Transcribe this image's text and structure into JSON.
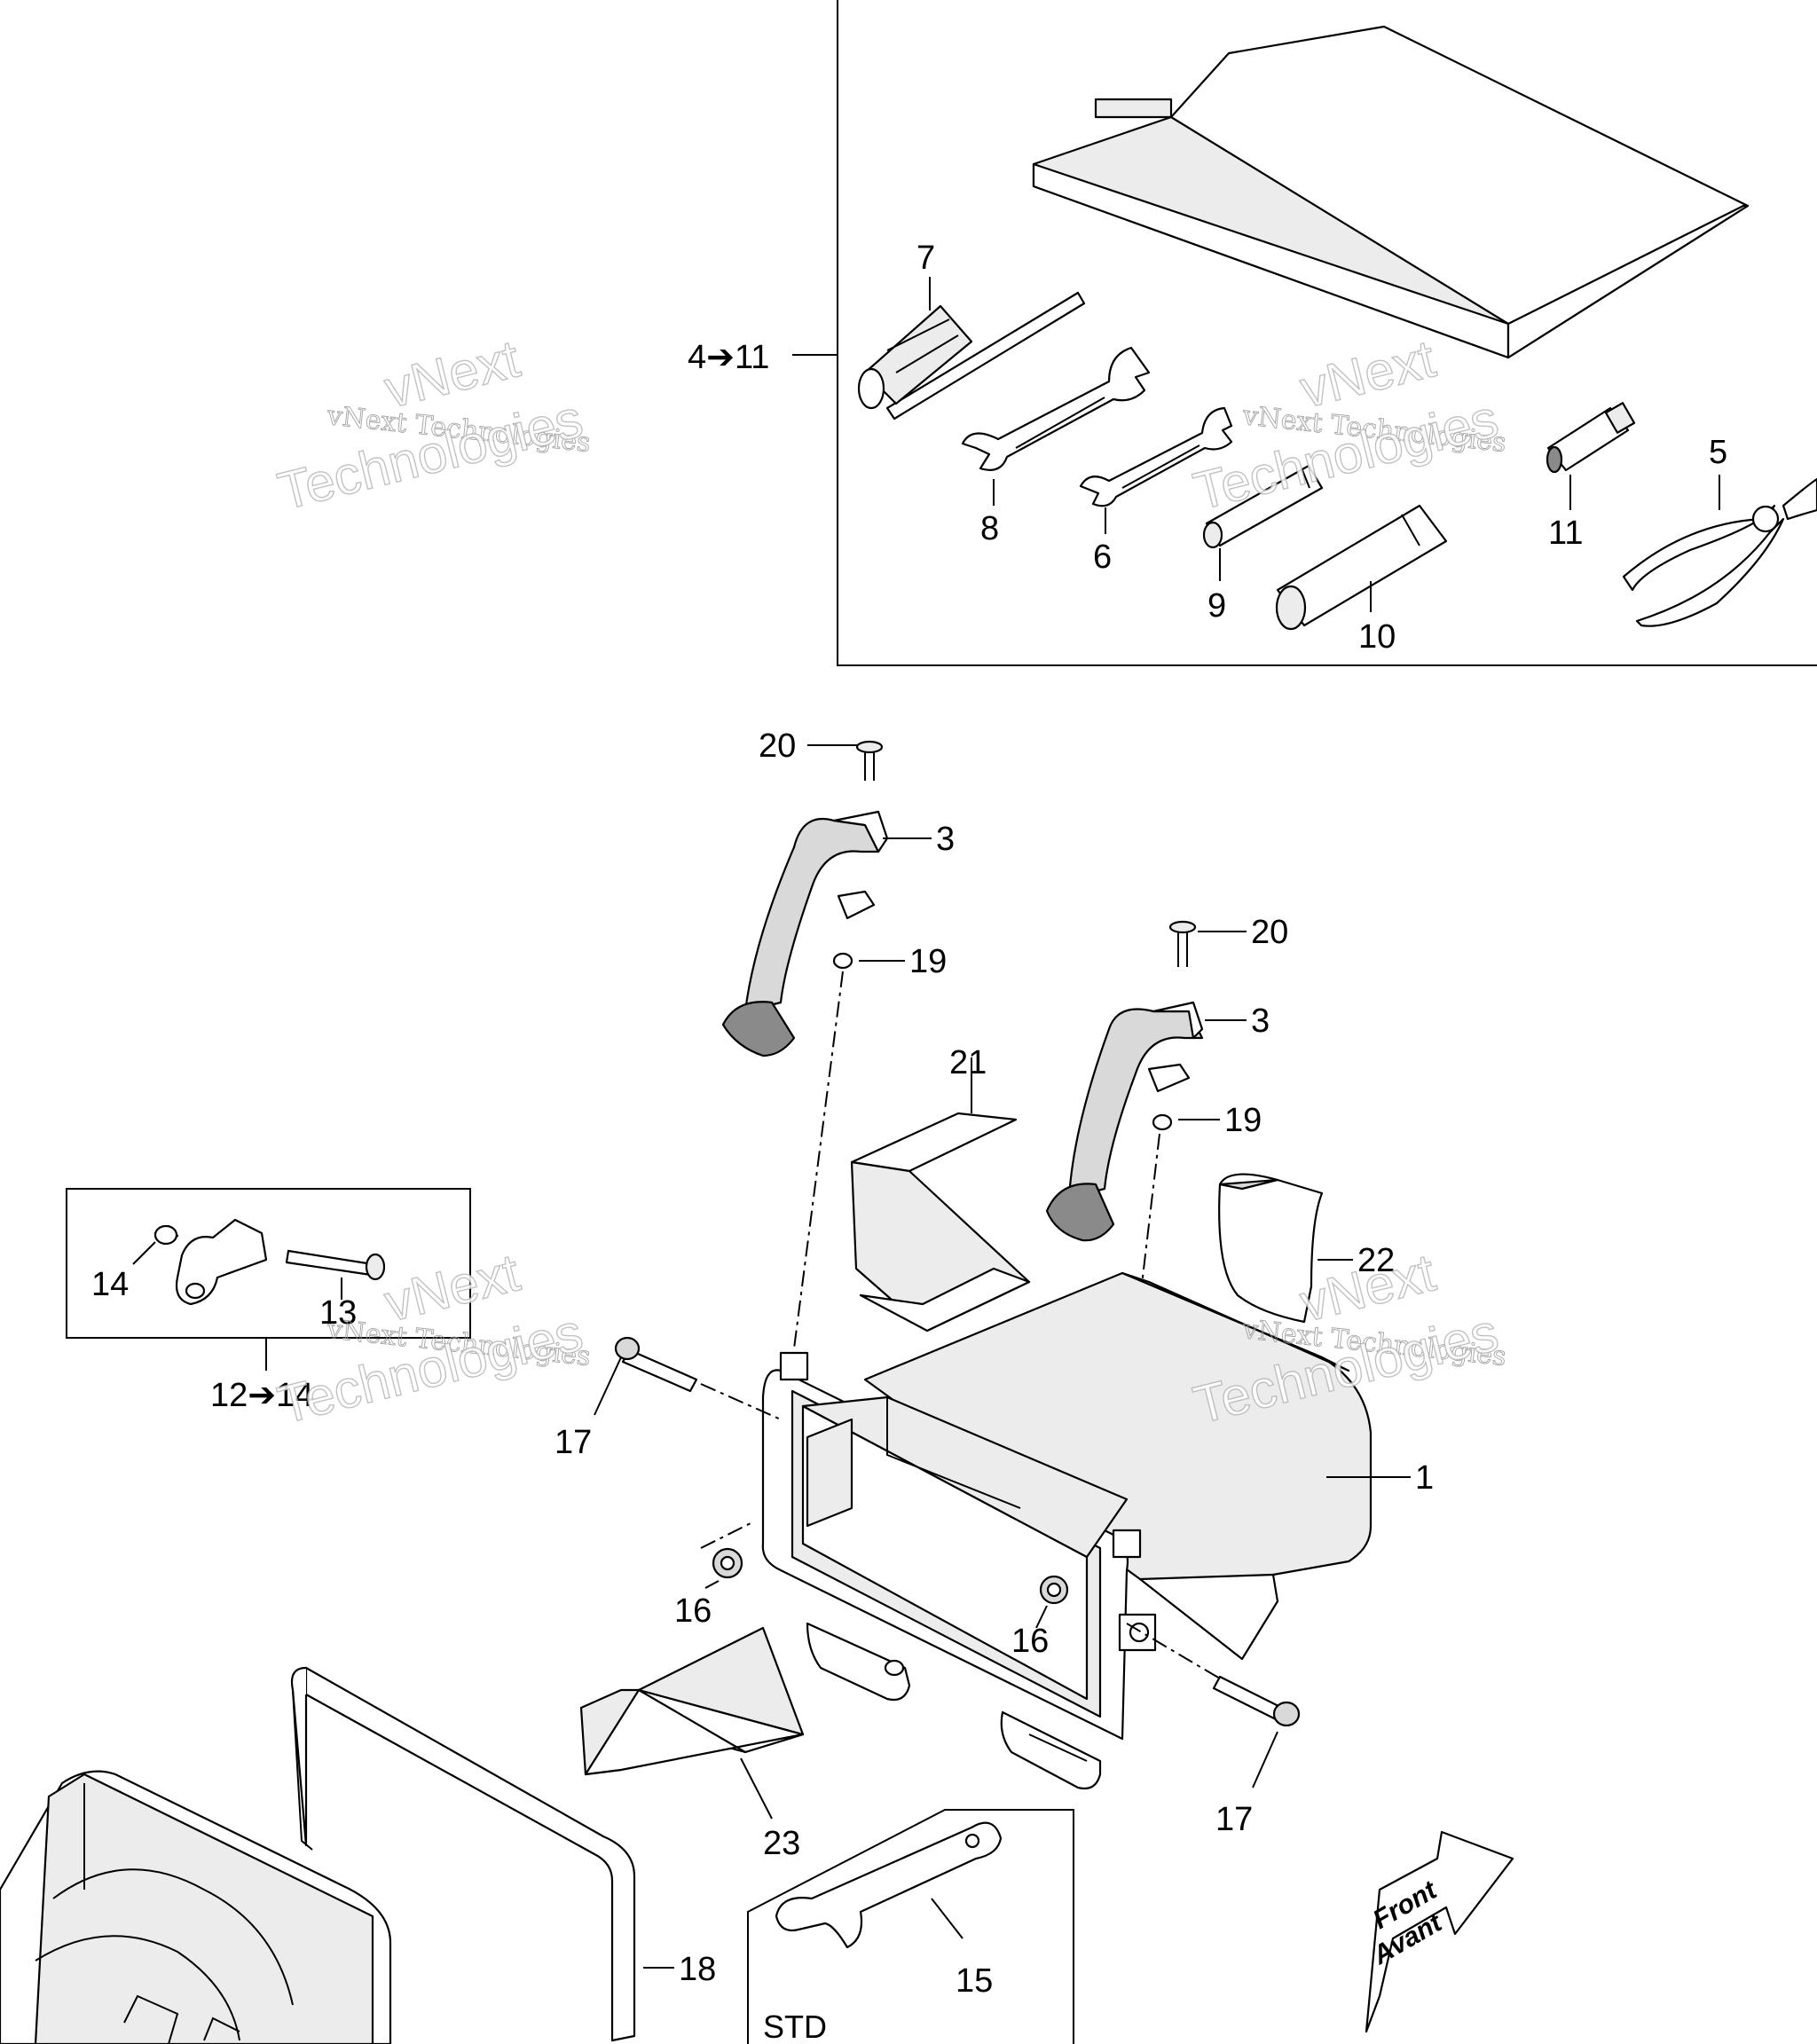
{
  "watermark": {
    "line1": "vNext",
    "line2": "vNext Technologies",
    "line3": "Technologies"
  },
  "callouts": {
    "c1": "1",
    "c3a": "3",
    "c3b": "3",
    "c4_11": "4➔11",
    "c5": "5",
    "c6": "6",
    "c7": "7",
    "c8": "8",
    "c9": "9",
    "c10": "10",
    "c11": "11",
    "c12_14": "12➔14",
    "c13": "13",
    "c14": "14",
    "c15": "15",
    "c16a": "16",
    "c16b": "16",
    "c17a": "17",
    "c17b": "17",
    "c18": "18",
    "c19a": "19",
    "c19b": "19",
    "c20a": "20",
    "c20b": "20",
    "c21": "21",
    "c22": "22",
    "c23": "23"
  },
  "box_captions": {
    "std": "STD"
  },
  "orientation": {
    "front": "Front",
    "avant": "Avant"
  }
}
